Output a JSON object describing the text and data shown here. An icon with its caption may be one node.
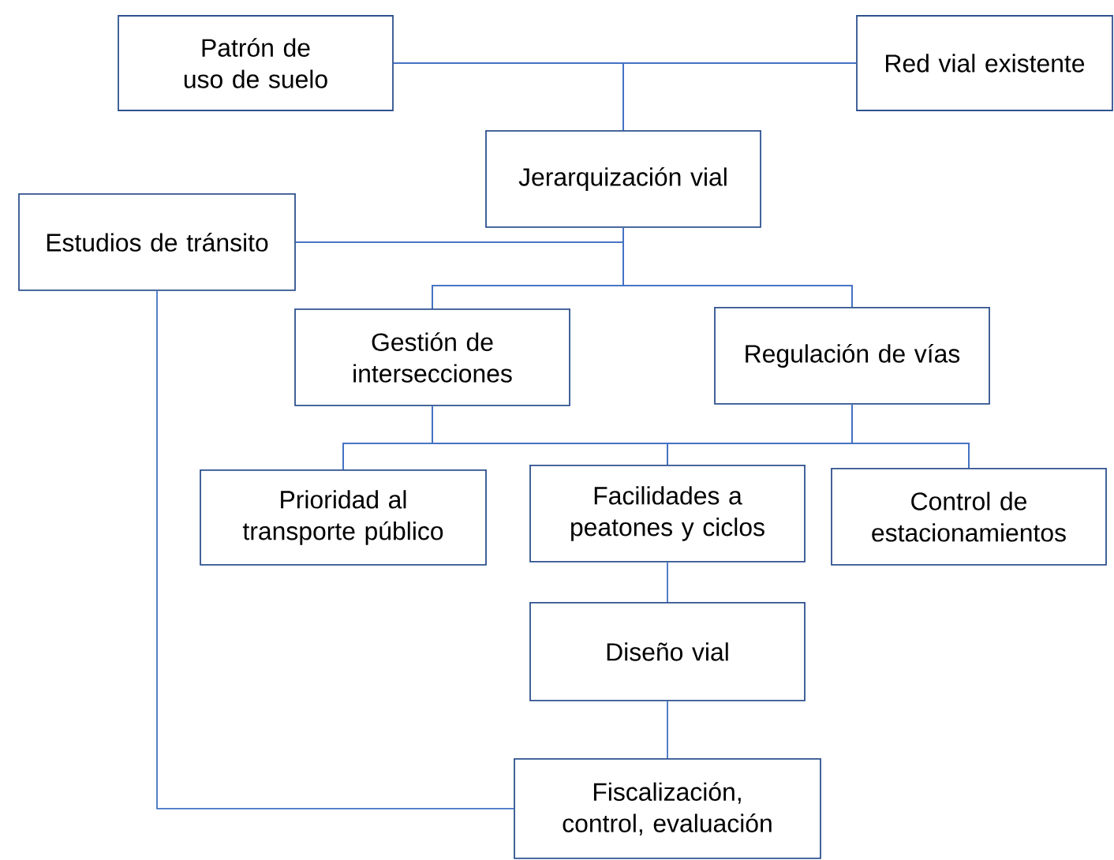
{
  "diagram": {
    "nodes": [
      {
        "text": [
          "Patrón de uso de suelo"
        ]
      },
      {
        "text": [
          "Red vial existente"
        ]
      },
      {
        "text": [
          "Jerarquización vial"
        ]
      },
      {
        "text": [
          "Estudios de tránsito"
        ]
      },
      {
        "text": [
          "Gestión de intersecciones"
        ]
      },
      {
        "text": [
          "Regulación de vías"
        ]
      },
      {
        "text": [
          "Prioridad al transporte público"
        ]
      },
      {
        "text": [
          "Facilidades a peatones y ciclos"
        ]
      },
      {
        "text": [
          "Control de estacionamientos"
        ]
      },
      {
        "text": [
          "Diseño vial"
        ]
      },
      {
        "text": [
          "Fiscalización, control, evaluación"
        ]
      }
    ],
    "edges": [
      {
        "from": 0,
        "to": 2,
        "arrow": "none"
      },
      {
        "from": 1,
        "to": 2,
        "arrow": "none"
      },
      {
        "from": 2,
        "to": 4,
        "arrow": "none"
      },
      {
        "from": 2,
        "to": 5,
        "arrow": "none"
      },
      {
        "from": 3,
        "to": 4,
        "arrow": "none"
      },
      {
        "from": 3,
        "to": 5,
        "arrow": "none"
      },
      {
        "from": 4,
        "to": 6,
        "arrow": "none"
      },
      {
        "from": 4,
        "to": 7,
        "arrow": "none"
      },
      {
        "from": 4,
        "to": 8,
        "arrow": "none"
      },
      {
        "from": 5,
        "to": 6,
        "arrow": "none"
      },
      {
        "from": 5,
        "to": 7,
        "arrow": "none"
      },
      {
        "from": 5,
        "to": 8,
        "arrow": "none"
      },
      {
        "from": 7,
        "to": 9,
        "arrow": "none"
      },
      {
        "from": 9,
        "to": 10,
        "arrow": "none"
      },
      {
        "from": 3,
        "to": 10,
        "arrow": "none"
      }
    ]
  }
}
